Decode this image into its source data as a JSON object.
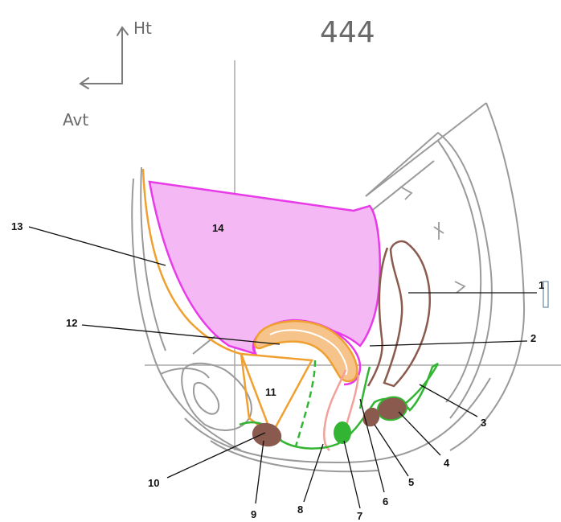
{
  "diagram": {
    "handwritten": {
      "superior_label": "Ht",
      "anterior_label": "Avt",
      "page_number": "444"
    },
    "labels": {
      "n1": "1",
      "n2": "2",
      "n3": "3",
      "n4": "4",
      "n5": "5",
      "n6": "6",
      "n7": "7",
      "n8": "8",
      "n9": "9",
      "n10": "10",
      "n11": "11",
      "n12": "12",
      "n13": "13",
      "n14": "14"
    },
    "colors": {
      "outline": "#9a9a9a",
      "pink_fill": "#f4b8f4",
      "magenta": "#e83be8",
      "orange": "#f0a030",
      "orange_fill": "#f6c48a",
      "green": "#33b533",
      "brown": "#8a5a4e",
      "salmon": "#f2a09a"
    }
  }
}
